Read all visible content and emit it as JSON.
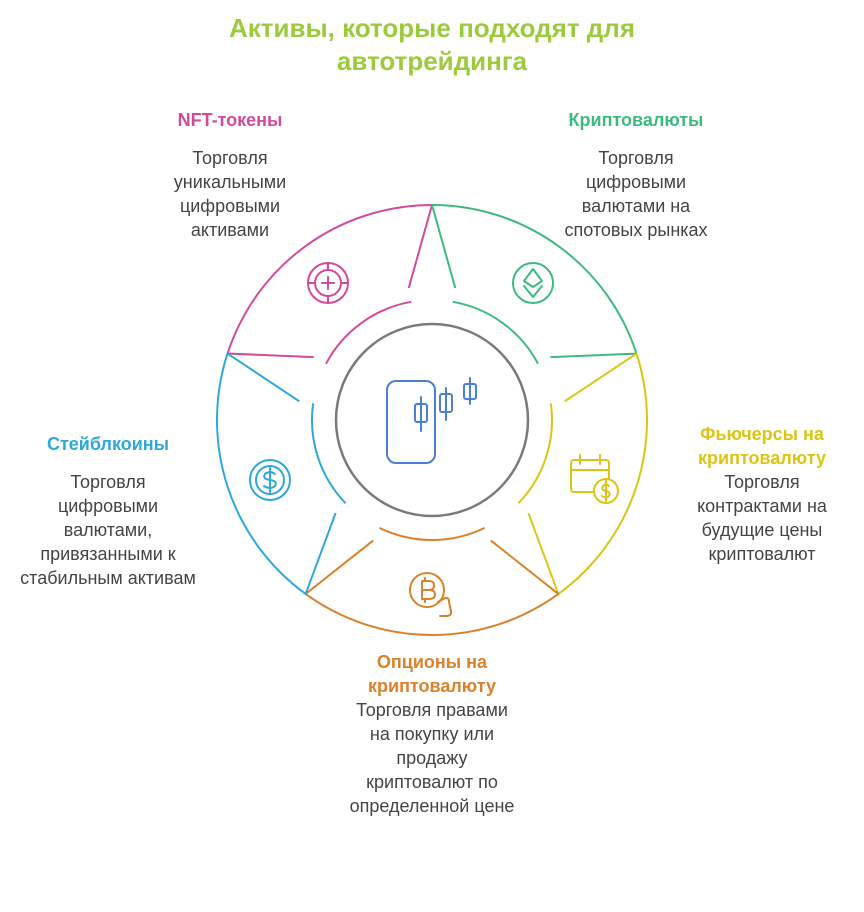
{
  "title": "Активы, которые подходят для автотрейдинга",
  "colors": {
    "title": "#9BCB3C",
    "center_ring": "#7A7A7A",
    "center_icon": "#4A7FD6"
  },
  "center": {
    "icon": "candlestick-phone-icon"
  },
  "segments": [
    {
      "key": "nft",
      "label": "NFT-токены",
      "description": "Торговля уникальными цифровыми активами",
      "color": "#D44A9A",
      "icon": "nft-token-icon"
    },
    {
      "key": "crypto",
      "label": "Криптовалюты",
      "description": "Торговля цифровыми валютами на спотовых рынках",
      "color": "#3DBB7E",
      "icon": "ethereum-icon"
    },
    {
      "key": "futures",
      "label": "Фьючерсы на криптовалюту",
      "description": "Торговля контрактами на будущие цены криптовалют",
      "color": "#DCC414",
      "icon": "calendar-dollar-icon"
    },
    {
      "key": "options",
      "label": "Опционы на криптовалюту",
      "description": "Торговля правами на покупку или продажу криптовалют по определенной цене",
      "color": "#D9822B",
      "icon": "bitcoin-hand-icon"
    },
    {
      "key": "stable",
      "label": "Стейблкоины",
      "description": "Торговля цифровыми валютами, привязанными к стабильным активам",
      "color": "#2EA8D8",
      "icon": "dollar-coin-icon"
    }
  ]
}
